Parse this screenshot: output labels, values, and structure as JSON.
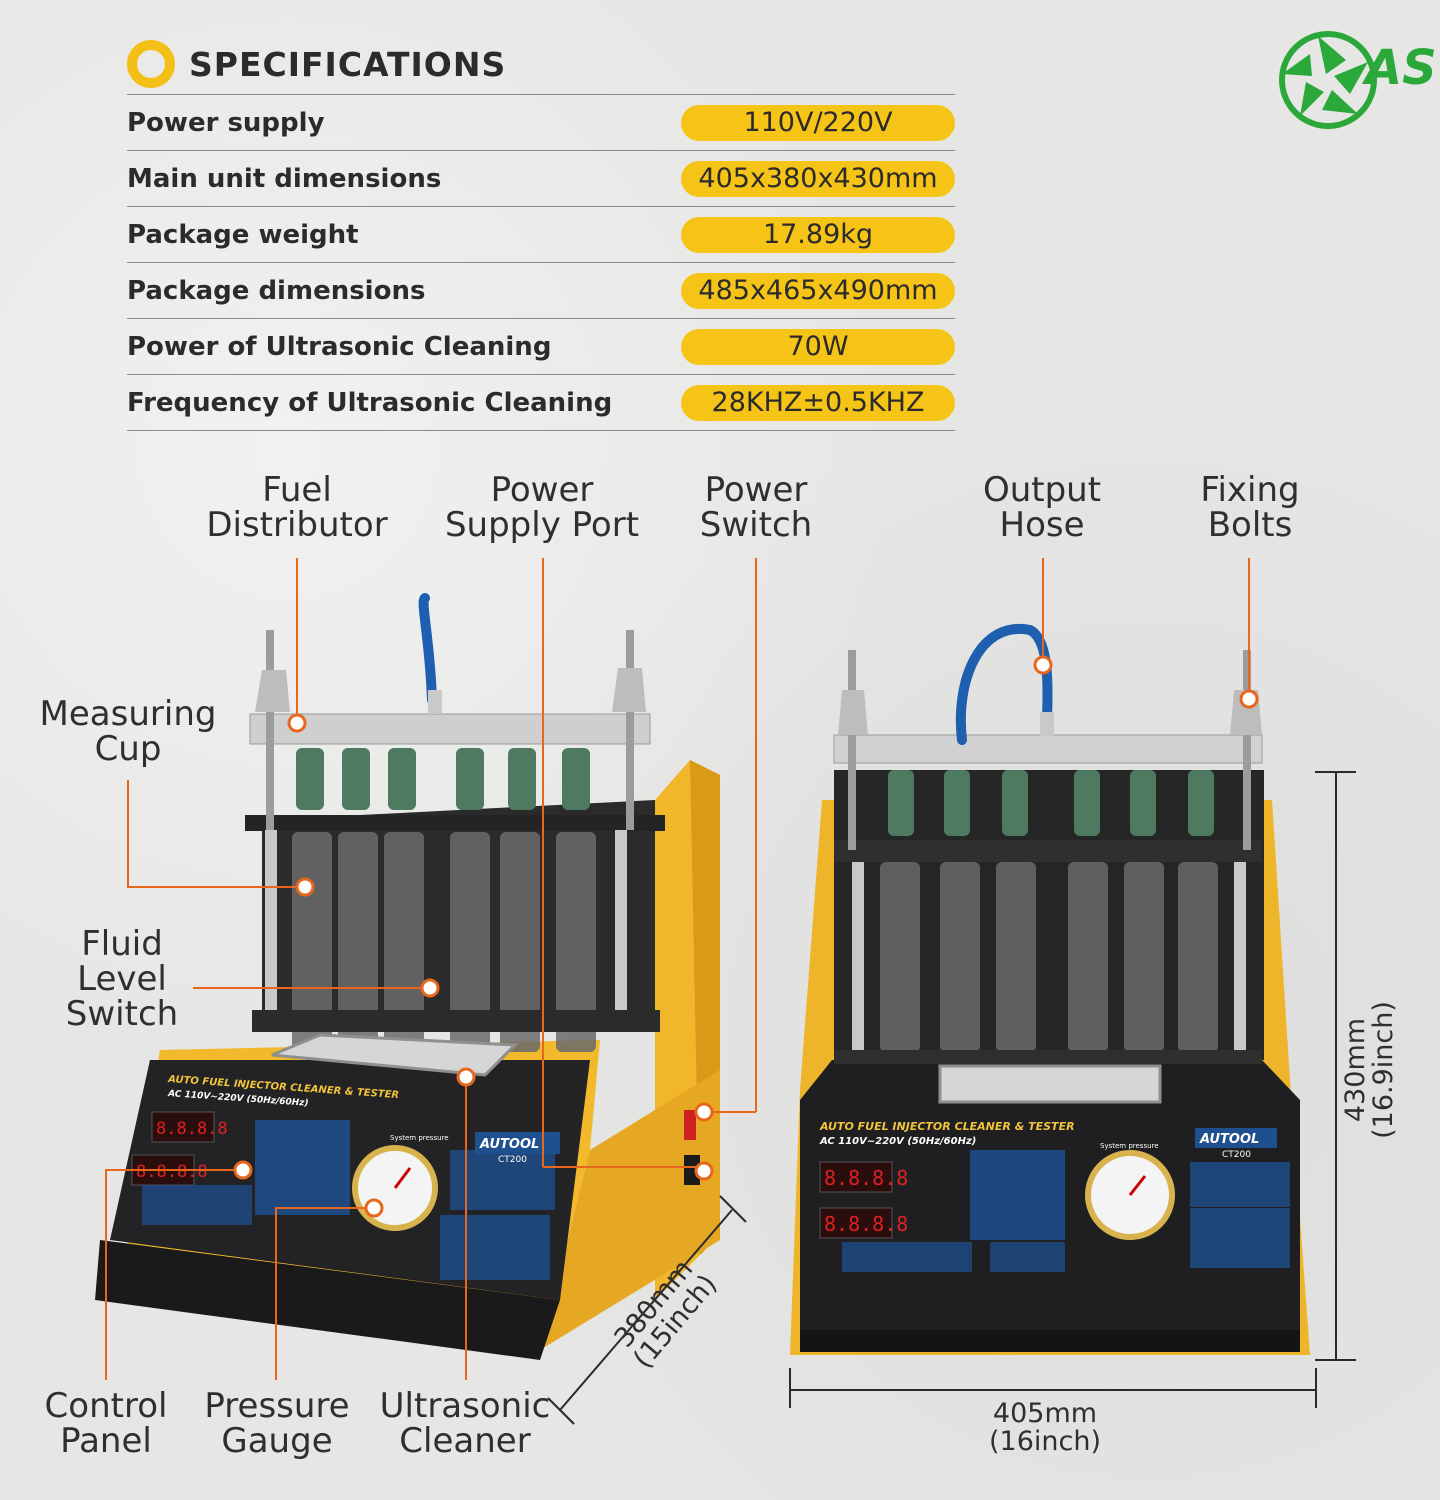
{
  "heading": {
    "title": "SPECIFICATIONS"
  },
  "specs": [
    {
      "label": "Power supply",
      "value": "110V/220V"
    },
    {
      "label": "Main unit dimensions",
      "value": "405x380x430mm"
    },
    {
      "label": "Package weight",
      "value": "17.89kg"
    },
    {
      "label": "Package dimensions",
      "value": "485x465x490mm"
    },
    {
      "label": "Power of Ultrasonic Cleaning",
      "value": "70W"
    },
    {
      "label": "Frequency of Ultrasonic Cleaning",
      "value": "28KHZ±0.5KHZ"
    }
  ],
  "callouts": {
    "fuel_distributor": {
      "line1": "Fuel",
      "line2": "Distributor"
    },
    "power_supply_port": {
      "line1": "Power",
      "line2": "Supply Port"
    },
    "power_switch": {
      "line1": "Power",
      "line2": "Switch"
    },
    "output_hose": {
      "line1": "Output",
      "line2": "Hose"
    },
    "fixing_bolts": {
      "line1": "Fixing",
      "line2": "Bolts"
    },
    "measuring_cup": {
      "line1": "Measuring",
      "line2": "Cup"
    },
    "fluid_level_switch": {
      "line1": "Fluid",
      "line2": "Level",
      "line3": "Switch"
    },
    "control_panel": {
      "line1": "Control",
      "line2": "Panel"
    },
    "pressure_gauge": {
      "line1": "Pressure",
      "line2": "Gauge"
    },
    "ultrasonic_cleaner": {
      "line1": "Ultrasonic",
      "line2": "Cleaner"
    }
  },
  "dimensions": {
    "depth": {
      "line1": "380mm",
      "line2": "(15inch)"
    },
    "height": {
      "line1": "430mm",
      "line2": "(16.9inch)"
    },
    "width": {
      "line1": "405mm",
      "line2": "(16inch)"
    }
  },
  "device": {
    "front_title": "AUTO FUEL INJECTOR CLEANER & TESTER",
    "front_power": "AC 110V~220V (50Hz/60Hz)",
    "brand": "AUTOOL",
    "model": "CT200",
    "gauge_label": "System pressure",
    "display_value": "8.8.8.8"
  },
  "logo": {
    "text": "AS"
  },
  "colors": {
    "accent": "#f6c417",
    "leader": "#e8671f",
    "logo": "#2aa83a"
  }
}
